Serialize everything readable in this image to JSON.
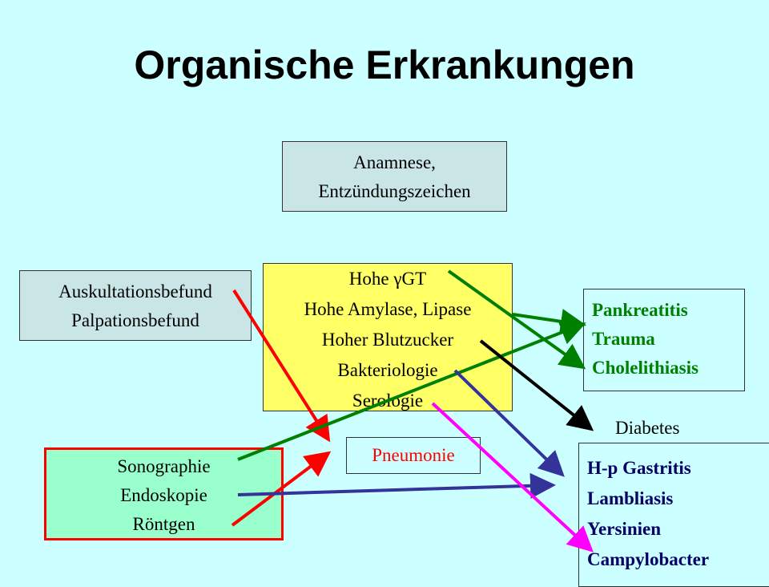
{
  "title": "Organische Erkrankungen",
  "anamnese": [
    "Anamnese,",
    "Entzündungszeichen"
  ],
  "befund": [
    "Auskultationsbefund",
    "Palpationsbefund"
  ],
  "labor": [
    "Hohe γGT",
    "Hohe Amylase, Lipase",
    "Hoher Blutzucker",
    "Bakteriologie",
    "Serologie"
  ],
  "methoden": [
    "Sonographie",
    "Endoskopie",
    "Röntgen"
  ],
  "pneumonie": "Pneumonie",
  "pankreas": [
    "Pankreatitis",
    "Trauma",
    "Cholelithiasis"
  ],
  "diabetes": "Diabetes",
  "infektionen": [
    "H-p Gastritis",
    "Lambliasis",
    "Yersinien",
    "Campylobacter"
  ],
  "colors": {
    "background": "#ccffff",
    "labor_box": "#ffff66",
    "methoden_box": "#99ffcc",
    "methoden_border": "#ff0000",
    "pankreas_text": "#008000",
    "infektionen_text": "#000066",
    "arrow_red": "#ff0000",
    "arrow_green": "#008000",
    "arrow_black": "#000000",
    "arrow_blue": "#333399",
    "arrow_magenta": "#ff00ff"
  }
}
